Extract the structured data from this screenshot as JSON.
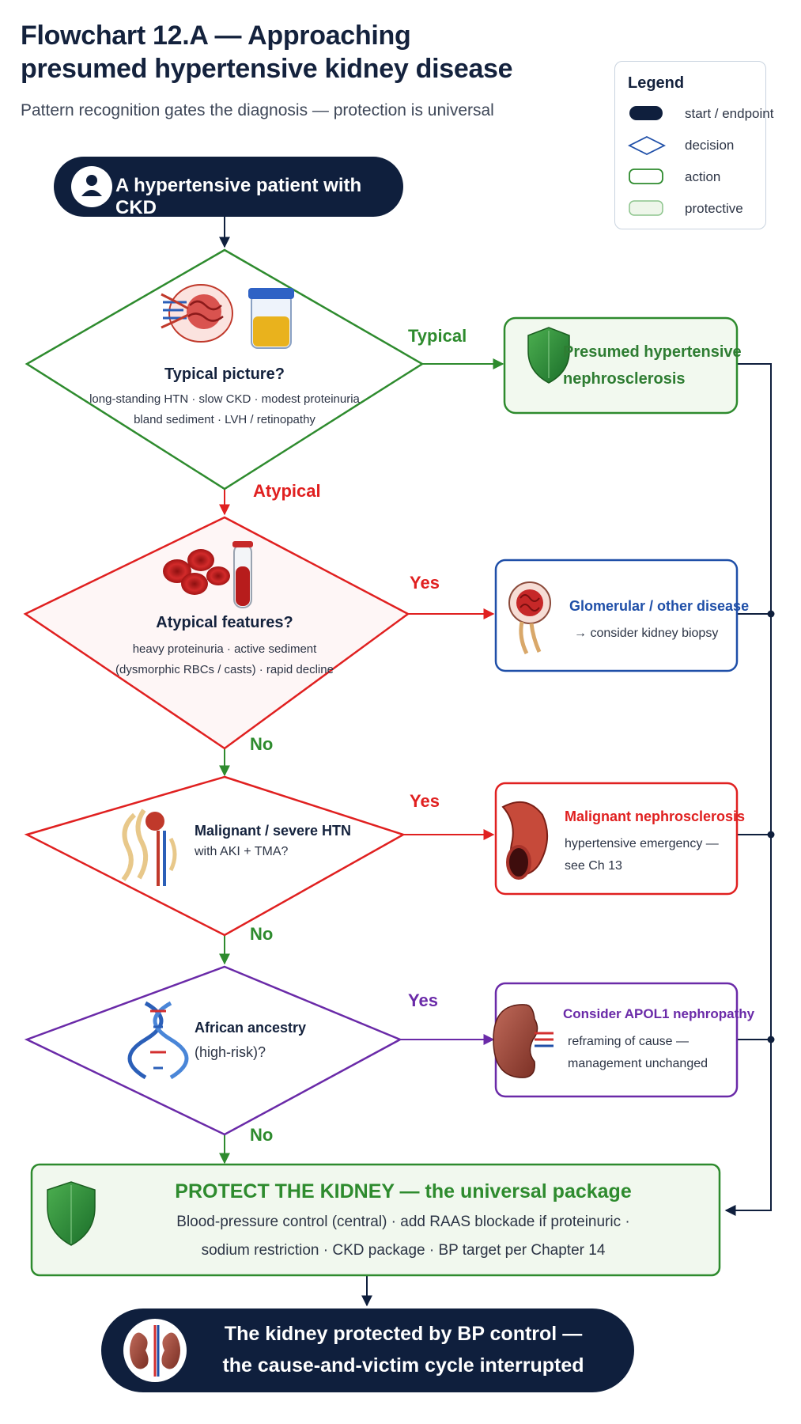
{
  "header": {
    "title": "Flowchart 12.A — Approaching presumed hypertensive kidney disease",
    "subtitle": "Pattern recognition gates the diagnosis — protection is universal"
  },
  "legend": {
    "title": "Legend",
    "items": [
      {
        "label": "start / endpoint"
      },
      {
        "label": "decision"
      },
      {
        "label": "action"
      },
      {
        "label": "protective"
      }
    ]
  },
  "colors": {
    "navy": "#0f1f3d",
    "green": "#2e8b2e",
    "red": "#e02020",
    "blue": "#1f4fa8",
    "purple": "#6a2aa8",
    "light_green_fill": "#f1f8ee"
  },
  "start": {
    "label": "A hypertensive patient with CKD",
    "icon": "user-icon"
  },
  "decisions": {
    "typical": {
      "title": "Typical picture?",
      "line1": "long-standing HTN · slow CKD · modest proteinuria",
      "line2": "bland sediment · LVH / retinopathy",
      "icons": [
        "kidney-vessels-icon",
        "urine-sample-icon"
      ]
    },
    "atypical": {
      "title": "Atypical features?",
      "line1": "heavy proteinuria · active sediment",
      "line2": "(dysmorphic RBCs / casts) · rapid decline",
      "icons": [
        "red-blood-cells-icon",
        "blood-tube-icon"
      ]
    },
    "malignant": {
      "line1": "Malignant / severe HTN",
      "line2": "with AKI + TMA?",
      "icons": [
        "nephron-icon"
      ]
    },
    "african": {
      "line1": "African ancestry",
      "line2": "(high-risk)?",
      "icons": [
        "dna-icon"
      ]
    }
  },
  "branches": {
    "typical": "Typical",
    "atypical": "Atypical",
    "yes1": "Yes",
    "no1": "No",
    "yes2": "Yes",
    "no2": "No",
    "yes3": "Yes",
    "no3": "No"
  },
  "outcomes": {
    "nephrosclerosis": {
      "line1": "Presumed hypertensive",
      "line2": "nephrosclerosis",
      "icon": "shield-icon"
    },
    "glomerular": {
      "title": "Glomerular / other disease",
      "sub": "→  consider kidney biopsy",
      "icon": "glomerulus-icon"
    },
    "malignant": {
      "title": "Malignant nephrosclerosis",
      "sub1": "hypertensive emergency —",
      "sub2": "see Ch 13",
      "icon": "artery-icon"
    },
    "apol1": {
      "title": "Consider APOL1 nephropathy",
      "sub1": "reframing of cause —",
      "sub2": "management unchanged",
      "icon": "kidney-icon"
    }
  },
  "protect": {
    "title": "PROTECT THE KIDNEY — the universal package",
    "line1": "Blood-pressure control (central) · add RAAS blockade if proteinuric ·",
    "line2": "sodium restriction · CKD package · BP target per Chapter 14",
    "icon": "shield-icon"
  },
  "end": {
    "line1": "The kidney protected by BP control —",
    "line2": "the cause-and-victim cycle interrupted",
    "icon": "kidneys-icon"
  }
}
